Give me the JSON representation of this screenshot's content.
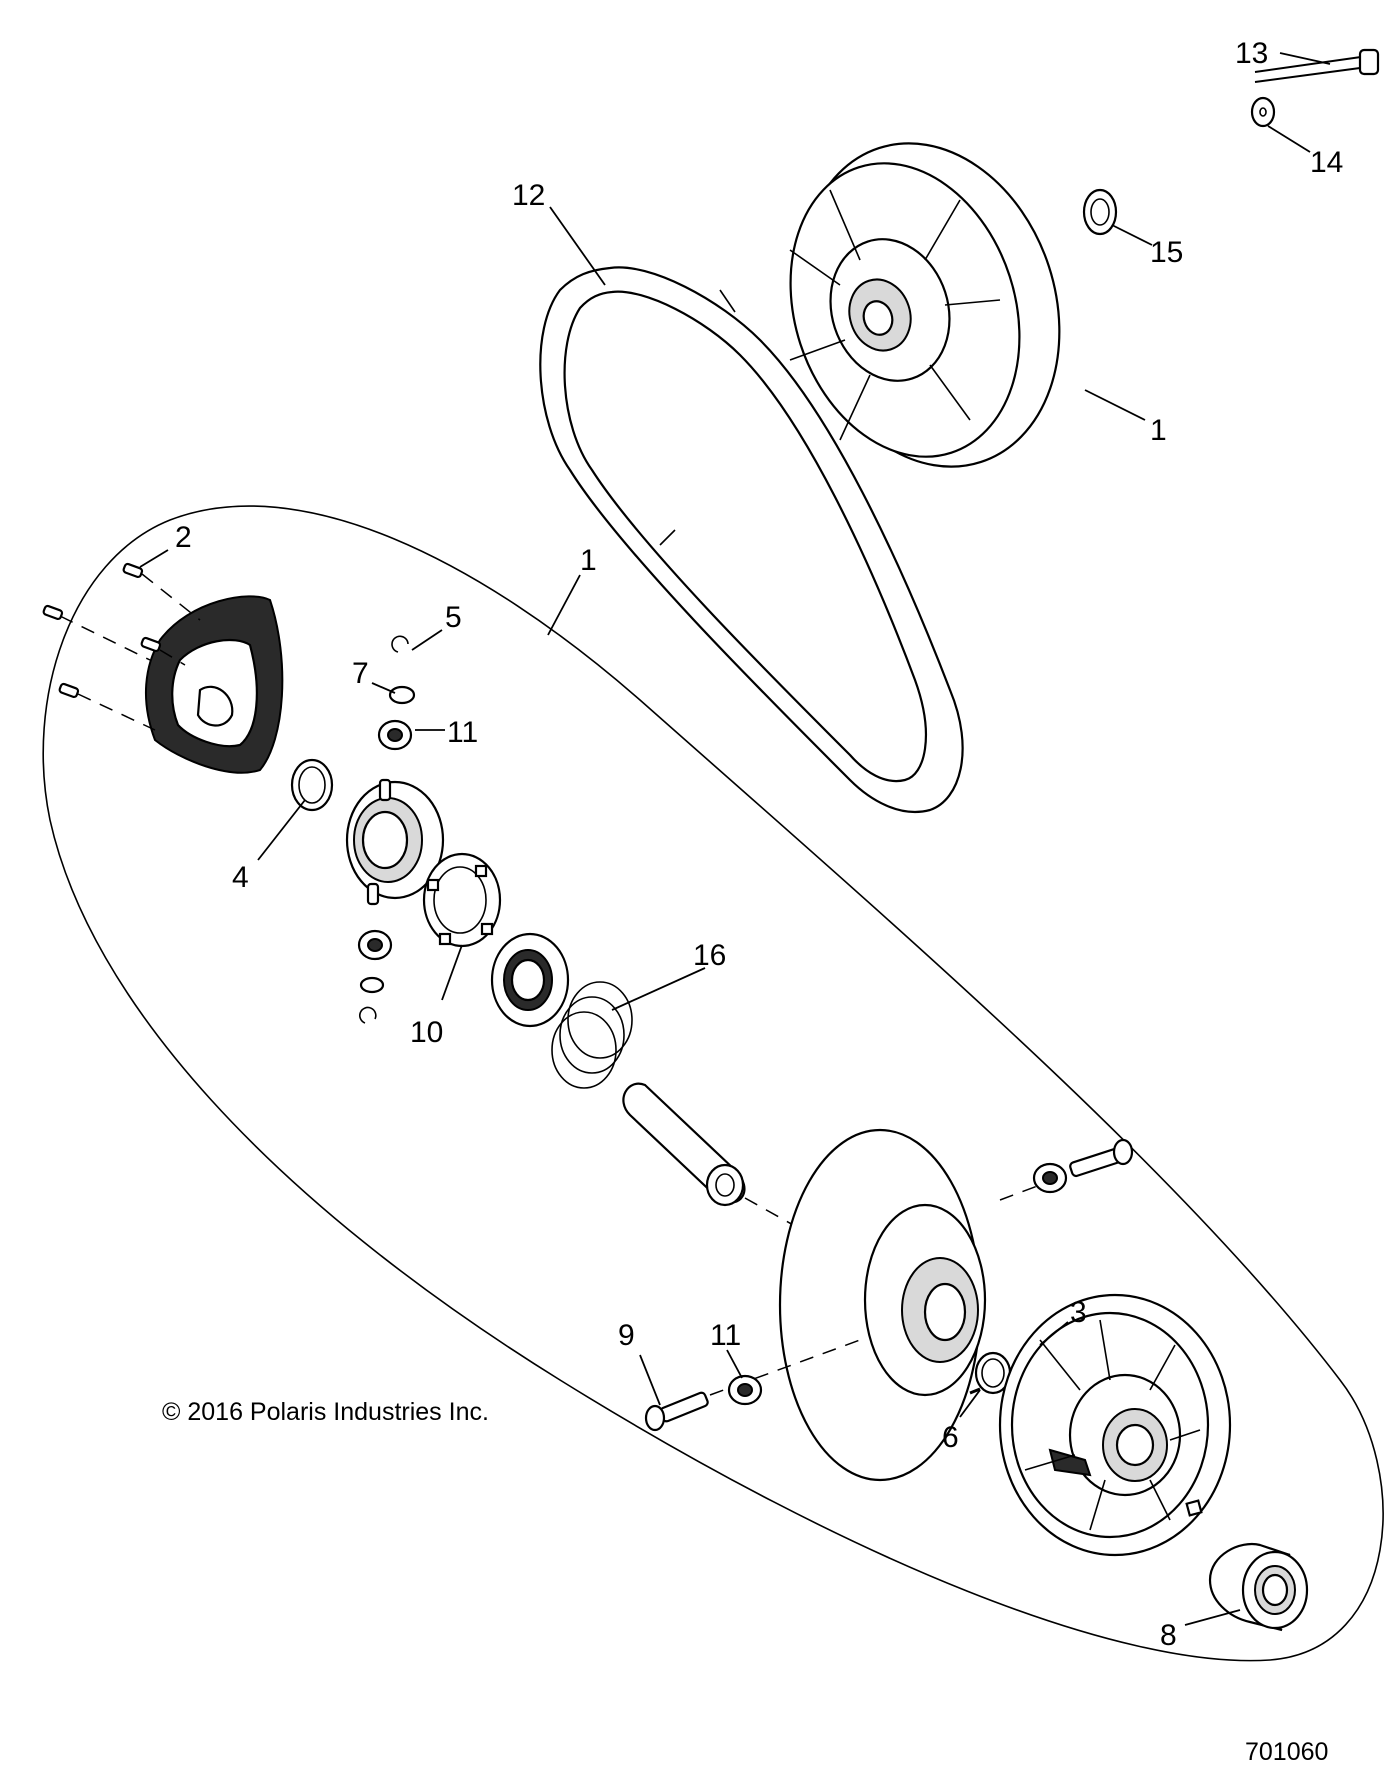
{
  "labels": {
    "l1_top": "1",
    "l1_mid": "1",
    "l2": "2",
    "l3": "3",
    "l4": "4",
    "l5": "5",
    "l6": "6",
    "l7": "7",
    "l8": "8",
    "l9": "9",
    "l10": "10",
    "l11_a": "11",
    "l11_b": "11",
    "l12": "12",
    "l13": "13",
    "l14": "14",
    "l15": "15",
    "l16": "16"
  },
  "copyright": "© 2016 Polaris Industries Inc.",
  "figure_number": "701060"
}
